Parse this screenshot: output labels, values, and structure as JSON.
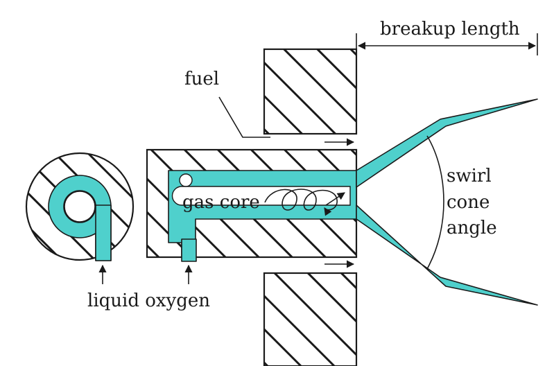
{
  "labels": {
    "breakup_length": "breakup length",
    "fuel": "fuel",
    "gas_core": "gas core",
    "swirl": "swirl",
    "cone": "cone",
    "angle": "angle",
    "liquid_oxygen": "liquid oxygen"
  },
  "colors": {
    "liquid_oxygen_fill": "#4fd0cc",
    "outline": "#1a1a1a",
    "background": "#ffffff"
  },
  "icons": {
    "swirl_flow": "spiral-arrow",
    "fuel_flow": "right-arrow"
  }
}
